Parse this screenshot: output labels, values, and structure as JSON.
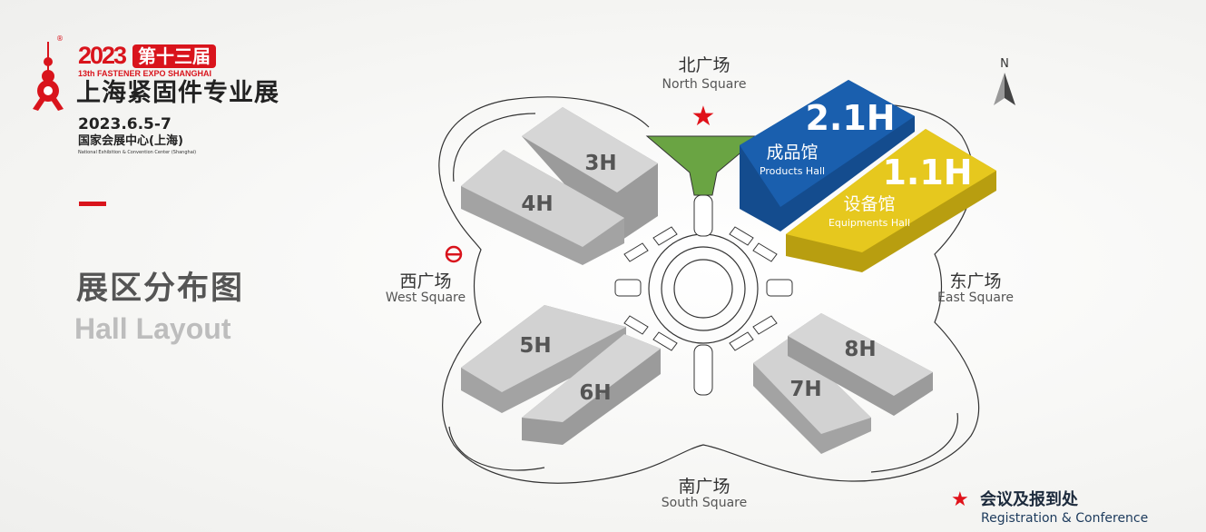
{
  "logo": {
    "year": "2023",
    "edition_badge": "第十三届",
    "english_name": "13th FASTENER EXPO SHANGHAI",
    "chinese_name": "上海紧固件专业展",
    "registered_mark": "®"
  },
  "event": {
    "date": "2023.6.5-7",
    "venue_cn": "国家会展中心(上海)",
    "venue_en": "National Exhibition & Convention Center (Shanghai)"
  },
  "page": {
    "title_cn": "展区分布图",
    "title_en": "Hall Layout"
  },
  "compass": {
    "label": "N"
  },
  "squares": {
    "north": {
      "cn": "北广场",
      "en": "North Square"
    },
    "south": {
      "cn": "南广场",
      "en": "South Square"
    },
    "west": {
      "cn": "西广场",
      "en": "West Square"
    },
    "east": {
      "cn": "东广场",
      "en": "East Square"
    }
  },
  "halls": {
    "h3": "3H",
    "h4": "4H",
    "h5": "5H",
    "h6": "6H",
    "h7": "7H",
    "h8": "8H"
  },
  "featured": [
    {
      "id": "2.1H",
      "cn": "成品馆",
      "en": "Products Hall",
      "color": "#1a5fae"
    },
    {
      "id": "1.1H",
      "cn": "设备馆",
      "en": "Equipments Hall",
      "color": "#e6c81e"
    }
  ],
  "legend": {
    "cn": "会议及报到处",
    "en": "Registration & Conference",
    "star_color": "#e0121a"
  }
}
